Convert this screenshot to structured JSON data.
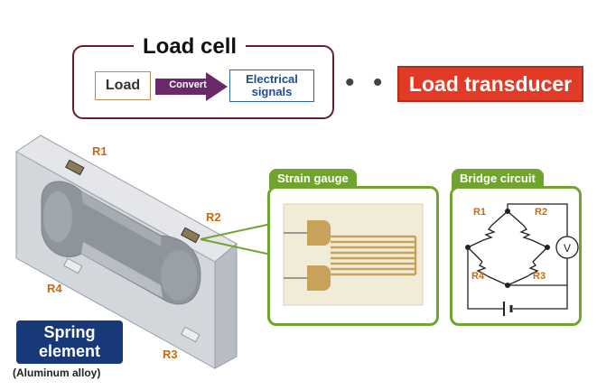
{
  "load_cell": {
    "title": "Load cell",
    "input_label": "Load",
    "process_label": "Convert",
    "output_label": "Electrical signals"
  },
  "separator": "• • •",
  "load_transducer": "Load transducer",
  "spring_element": {
    "title": "Spring element",
    "material": "(Aluminum alloy)",
    "labels": [
      "R1",
      "R2",
      "R3",
      "R4"
    ]
  },
  "strain_gauge": {
    "title": "Strain gauge"
  },
  "bridge_circuit": {
    "title": "Bridge circuit",
    "resistors": [
      "R1",
      "R2",
      "R3",
      "R4"
    ],
    "meter_symbol": "V"
  },
  "colors": {
    "loadcell_border": "#6b1e2a",
    "arrow": "#6a2a6a",
    "transducer_red": "#e13a27",
    "panel_green": "#6fa52f",
    "label_orange": "#c66a10",
    "spring_navy": "#17397a"
  }
}
